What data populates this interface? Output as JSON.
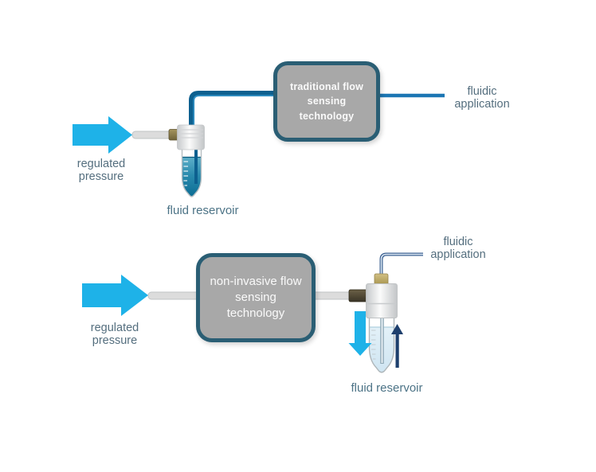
{
  "colors": {
    "arrow_cyan": "#1eb2e8",
    "pipe_blue_dark": "#0d608f",
    "pipe_blue": "#1c76b4",
    "thin_tube_navy": "#3d6191",
    "box_fill": "#a8a8a8",
    "box_border": "#2a5e74",
    "box_text": "#fafafa",
    "label_slate": "#546e7e",
    "label_teal": "#4c7386",
    "navy_arrow": "#1d3f6d",
    "liquid_teal_top": "#5fb0c9",
    "liquid_teal_bottom": "#0c6d94",
    "liquid_pale": "#d6e9f4",
    "tubing_gray": "#dcdcdc",
    "connector_brass": "#8d7f4e",
    "connector_dark": "#4a4434",
    "fitting_tan": "#c0ac72"
  },
  "top_diagram": {
    "regulated_pressure_label": "regulated pressure",
    "fluid_reservoir_label": "fluid reservoir",
    "sensor_box_label": "traditional flow sensing technology",
    "fluidic_application_label": "fluidic application"
  },
  "bottom_diagram": {
    "regulated_pressure_label": "regulated pressure",
    "fluid_reservoir_label": "fluid reservoir",
    "sensor_box_label": "non-invasive flow sensing technology",
    "fluidic_application_label": "fluidic application"
  }
}
